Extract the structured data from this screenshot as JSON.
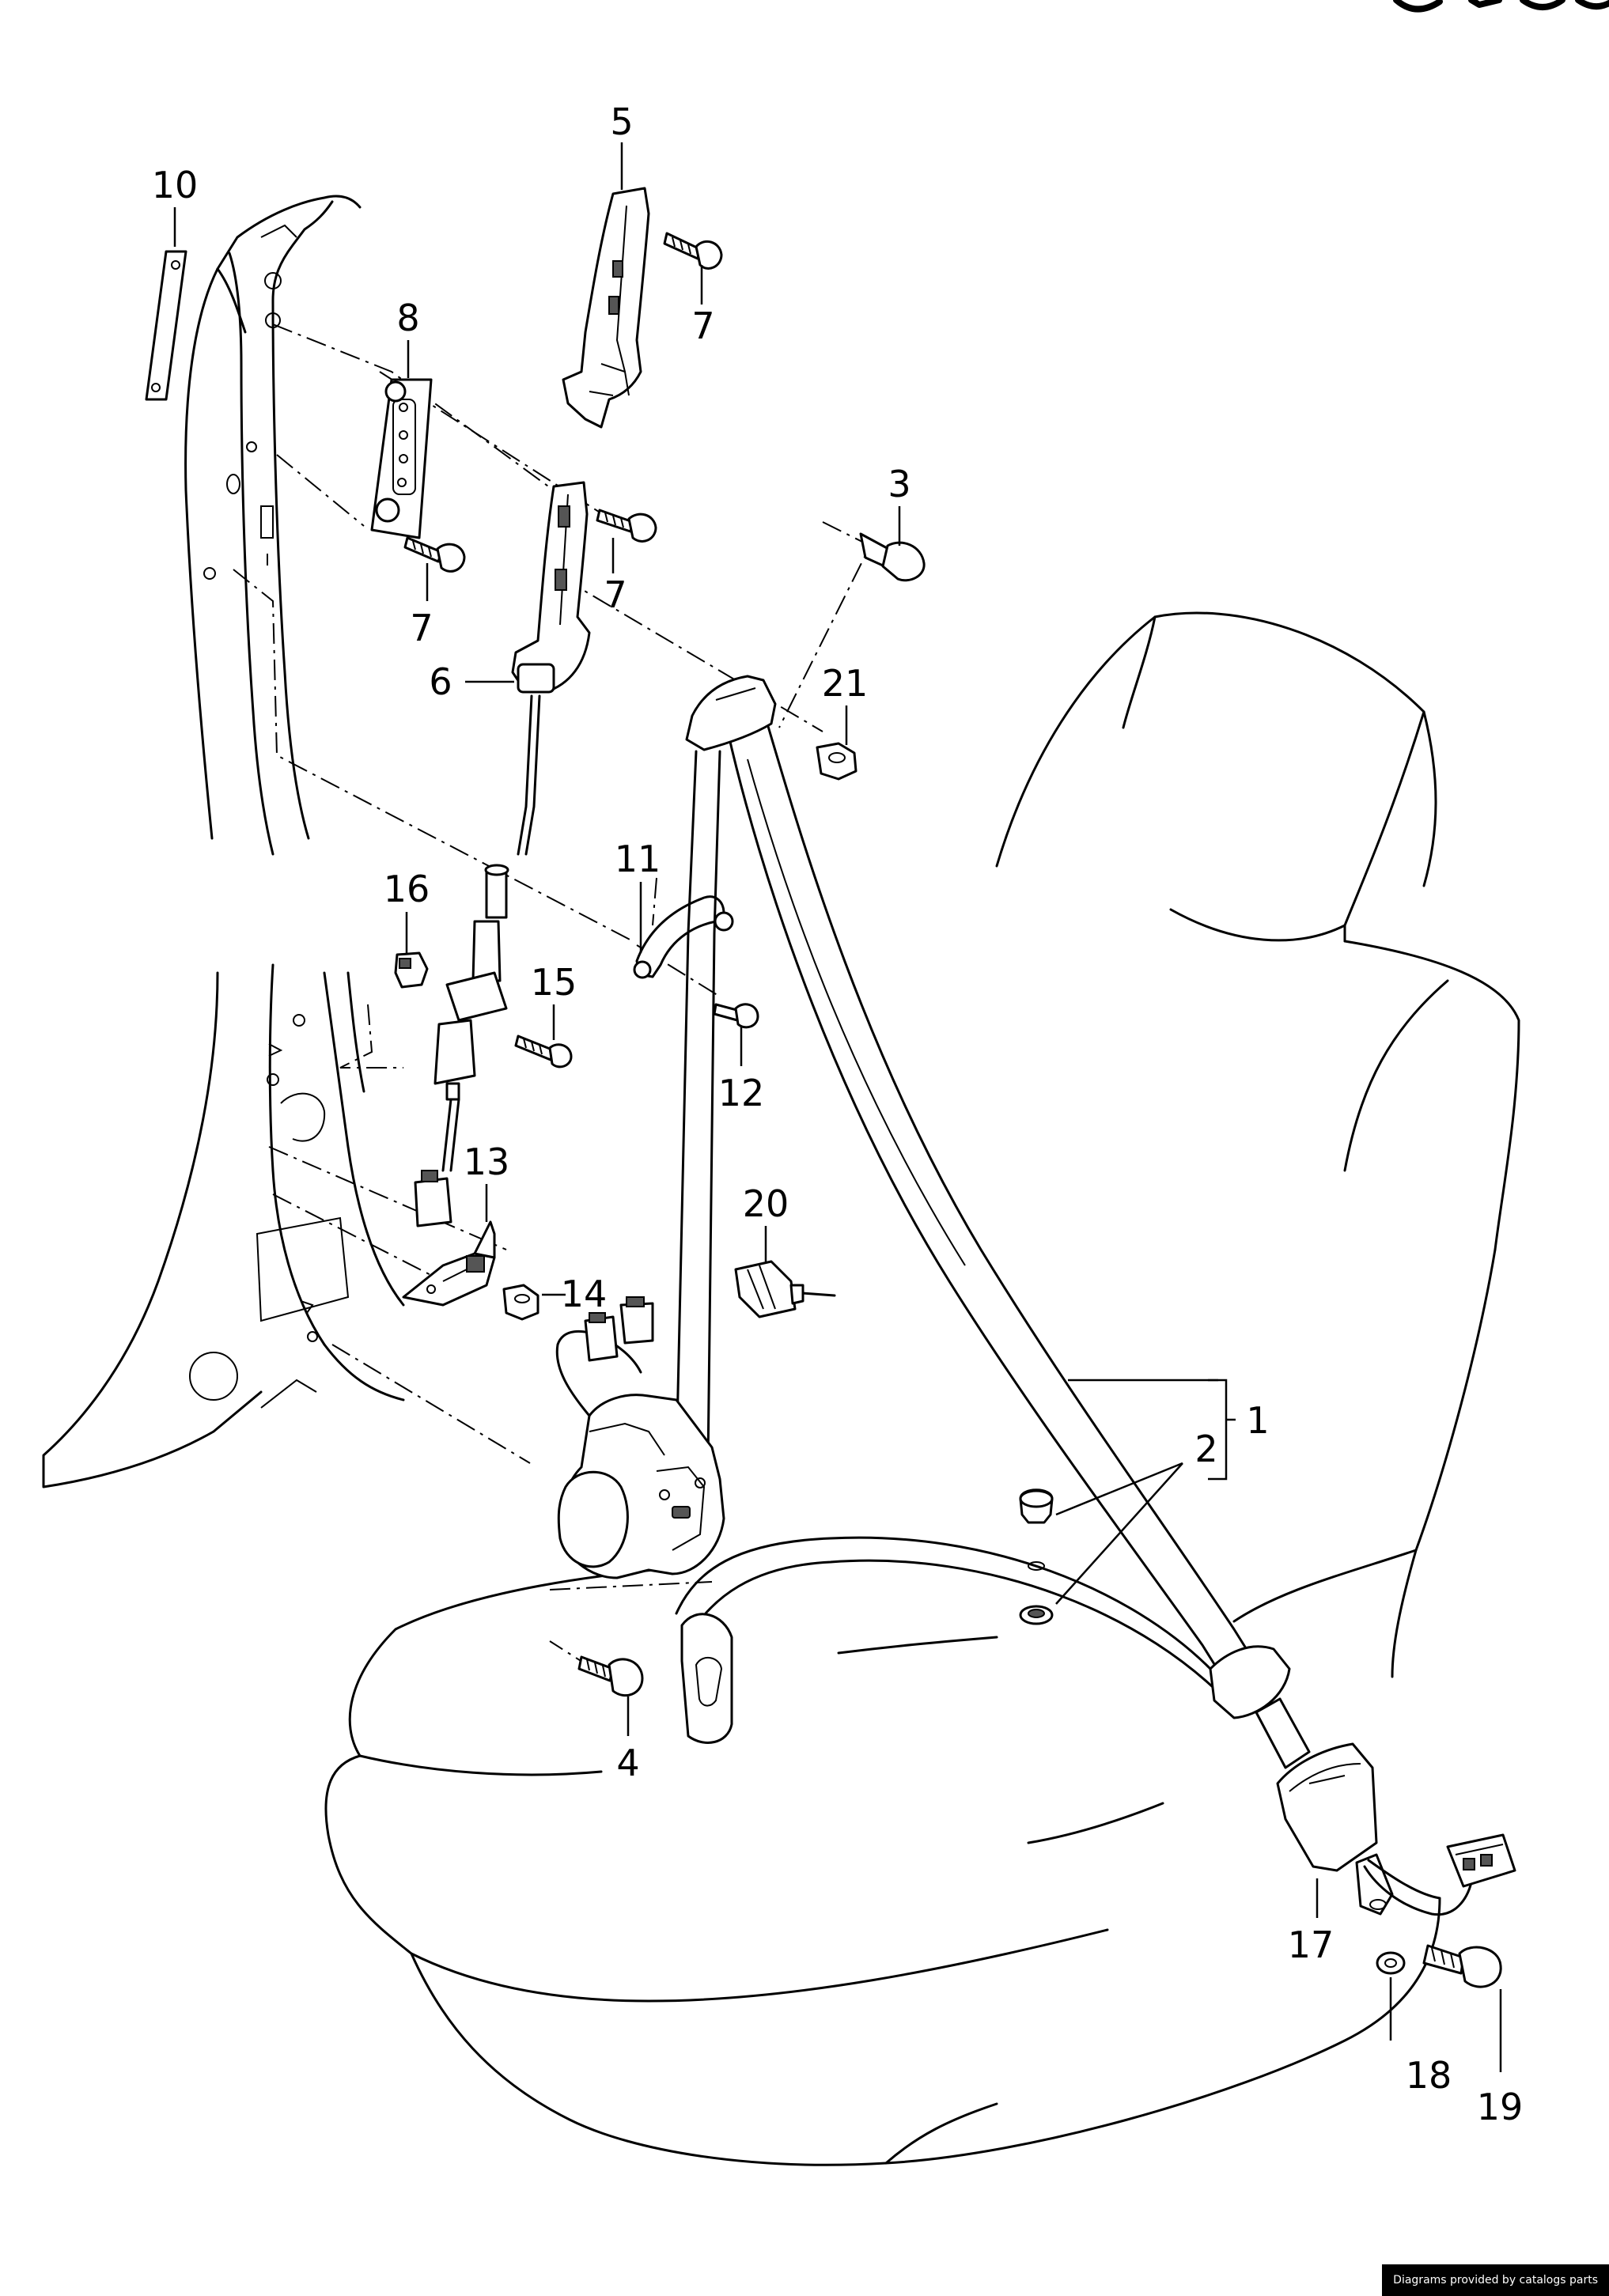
{
  "callouts": [
    {
      "id": "c10",
      "label": "10"
    },
    {
      "id": "c8",
      "label": "8"
    },
    {
      "id": "c5",
      "label": "5"
    },
    {
      "id": "c7a",
      "label": "7"
    },
    {
      "id": "c7b",
      "label": "7"
    },
    {
      "id": "c7c",
      "label": "7"
    },
    {
      "id": "c3",
      "label": "3"
    },
    {
      "id": "c6",
      "label": "6"
    },
    {
      "id": "c21",
      "label": "21"
    },
    {
      "id": "c11",
      "label": "11"
    },
    {
      "id": "c16",
      "label": "16"
    },
    {
      "id": "c15",
      "label": "15"
    },
    {
      "id": "c12",
      "label": "12"
    },
    {
      "id": "c13",
      "label": "13"
    },
    {
      "id": "c20",
      "label": "20"
    },
    {
      "id": "c14",
      "label": "14"
    },
    {
      "id": "c1",
      "label": "1"
    },
    {
      "id": "c2",
      "label": "2"
    },
    {
      "id": "c4",
      "label": "4"
    },
    {
      "id": "c17",
      "label": "17"
    },
    {
      "id": "c18",
      "label": "18"
    },
    {
      "id": "c19",
      "label": "19"
    }
  ],
  "watermark": "Diagrams provided by catalogs parts"
}
